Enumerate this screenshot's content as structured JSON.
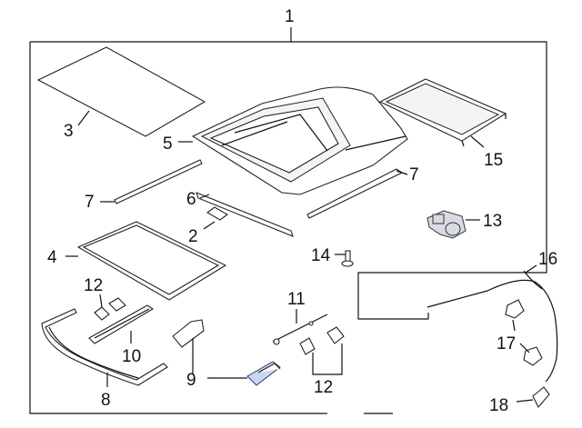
{
  "callouts": {
    "c1": "1",
    "c2": "2",
    "c3": "3",
    "c4": "4",
    "c5": "5",
    "c6": "6",
    "c7a": "7",
    "c7b": "7",
    "c8": "8",
    "c9": "9",
    "c10": "10",
    "c11": "11",
    "c12a": "12",
    "c12b": "12",
    "c13": "13",
    "c14": "14",
    "c15": "15",
    "c16": "16",
    "c17": "17",
    "c18": "18"
  },
  "colors": {
    "line": "#111111",
    "highlight": "#c9d8ee"
  }
}
